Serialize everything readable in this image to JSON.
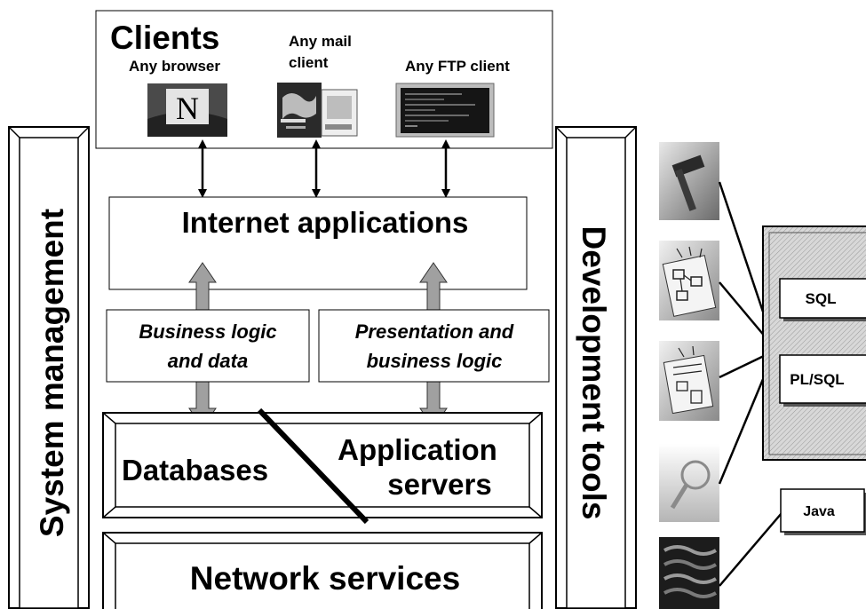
{
  "clients": {
    "title": "Clients",
    "browser_label": "Any browser",
    "mail_label_line1": "Any mail",
    "mail_label_line2": "client",
    "ftp_label": "Any FTP client",
    "browser_icon": "netscape-n-icon",
    "browser_icon_letter": "N",
    "mail_icon": "eudora-webmail-icon",
    "ftp_icon": "ftp-terminal-icon"
  },
  "internet_applications": "Internet applications",
  "business_logic": {
    "line1": "Business logic",
    "line2": "and data"
  },
  "presentation_logic": {
    "line1": "Presentation and",
    "line2": "business logic"
  },
  "databases": "Databases",
  "application_servers": {
    "line1": "Application",
    "line2": "servers"
  },
  "network_services": "Network services",
  "system_management": "System management",
  "development_tools": "Development tools",
  "languages": {
    "sql": "SQL",
    "plsql": "PL/SQL",
    "java": "Java"
  },
  "tool_icons": [
    "hammer-icon",
    "diagram-sketch-icon",
    "document-form-icon",
    "magnifier-icon",
    "java-coffee-icon"
  ]
}
